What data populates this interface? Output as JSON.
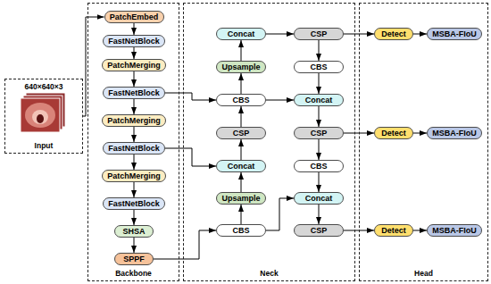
{
  "diagram": {
    "nodes": [
      {
        "text": [
          "640×640×3",
          "Input"
        ]
      },
      {
        "text": [
          "Backbone"
        ]
      },
      {
        "text": [
          "PatchEmbed"
        ],
        "in": 1
      },
      {
        "text": [
          "FastNetBlock"
        ],
        "in": 1
      },
      {
        "text": [
          "PatchMerging"
        ],
        "in": 1
      },
      {
        "text": [
          "FastNetBlock"
        ],
        "in": 1
      },
      {
        "text": [
          "PatchMerging"
        ],
        "in": 1
      },
      {
        "text": [
          "FastNetBlock"
        ],
        "in": 1
      },
      {
        "text": [
          "PatchMerging"
        ],
        "in": 1
      },
      {
        "text": [
          "FastNetBlock"
        ],
        "in": 1
      },
      {
        "text": [
          "SHSA"
        ],
        "in": 1
      },
      {
        "text": [
          "SPPF"
        ],
        "in": 1
      },
      {
        "text": [
          "Neck"
        ]
      },
      {
        "text": [
          "Concat"
        ],
        "in": 12
      },
      {
        "text": [
          "Upsample"
        ],
        "in": 12
      },
      {
        "text": [
          "CBS"
        ],
        "in": 12
      },
      {
        "text": [
          "CSP"
        ],
        "in": 12
      },
      {
        "text": [
          "Concat"
        ],
        "in": 12
      },
      {
        "text": [
          "Upsample"
        ],
        "in": 12
      },
      {
        "text": [
          "CBS"
        ],
        "in": 12
      },
      {
        "text": [
          "CSP"
        ],
        "in": 12
      },
      {
        "text": [
          "CBS"
        ],
        "in": 12
      },
      {
        "text": [
          "Concat"
        ],
        "in": 12
      },
      {
        "text": [
          "CSP"
        ],
        "in": 12
      },
      {
        "text": [
          "CBS"
        ],
        "in": 12
      },
      {
        "text": [
          "Concat"
        ],
        "in": 12
      },
      {
        "text": [
          "CSP"
        ],
        "in": 12
      },
      {
        "text": [
          "Head"
        ]
      },
      {
        "text": [
          "Detect"
        ],
        "in": 27
      },
      {
        "text": [
          "MSBA-FIoU"
        ],
        "in": 27
      },
      {
        "text": [
          "Detect"
        ],
        "in": 27
      },
      {
        "text": [
          "MSBA-FIoU"
        ],
        "in": 27
      },
      {
        "text": [
          "Detect"
        ],
        "in": 27
      },
      {
        "text": [
          "MSBA-FIoU"
        ],
        "in": 27
      }
    ],
    "edges": [
      {
        "from": 0,
        "to": 2,
        "arrow": "to"
      },
      {
        "from": 2,
        "to": 3,
        "arrow": "to"
      },
      {
        "from": 3,
        "to": 4,
        "arrow": "to"
      },
      {
        "from": 4,
        "to": 5,
        "arrow": "to"
      },
      {
        "from": 5,
        "to": 6,
        "arrow": "to"
      },
      {
        "from": 6,
        "to": 7,
        "arrow": "to"
      },
      {
        "from": 7,
        "to": 8,
        "arrow": "to"
      },
      {
        "from": 8,
        "to": 9,
        "arrow": "to"
      },
      {
        "from": 9,
        "to": 10,
        "arrow": "to"
      },
      {
        "from": 10,
        "to": 11,
        "arrow": "to"
      },
      {
        "from": 5,
        "to": 15,
        "arrow": "to"
      },
      {
        "from": 7,
        "to": 17,
        "arrow": "to"
      },
      {
        "from": 11,
        "to": 19,
        "arrow": "to"
      },
      {
        "from": 19,
        "to": 18,
        "arrow": "to"
      },
      {
        "from": 18,
        "to": 17,
        "arrow": "to"
      },
      {
        "from": 17,
        "to": 16,
        "arrow": "to"
      },
      {
        "from": 16,
        "to": 15,
        "arrow": "to"
      },
      {
        "from": 15,
        "to": 14,
        "arrow": "to"
      },
      {
        "from": 14,
        "to": 13,
        "arrow": "to"
      },
      {
        "from": 13,
        "to": 20,
        "arrow": "to"
      },
      {
        "from": 20,
        "to": 21,
        "arrow": "to"
      },
      {
        "from": 21,
        "to": 22,
        "arrow": "to"
      },
      {
        "from": 15,
        "to": 22,
        "arrow": "to"
      },
      {
        "from": 22,
        "to": 23,
        "arrow": "to"
      },
      {
        "from": 23,
        "to": 24,
        "arrow": "to"
      },
      {
        "from": 24,
        "to": 25,
        "arrow": "to"
      },
      {
        "from": 19,
        "to": 25,
        "arrow": "to"
      },
      {
        "from": 25,
        "to": 26,
        "arrow": "to"
      },
      {
        "from": 20,
        "to": 28,
        "arrow": "to"
      },
      {
        "from": 28,
        "to": 29,
        "arrow": "to"
      },
      {
        "from": 23,
        "to": 30,
        "arrow": "to"
      },
      {
        "from": 30,
        "to": 31,
        "arrow": "to"
      },
      {
        "from": 26,
        "to": 32,
        "arrow": "to"
      },
      {
        "from": 32,
        "to": 33,
        "arrow": "to"
      }
    ]
  }
}
